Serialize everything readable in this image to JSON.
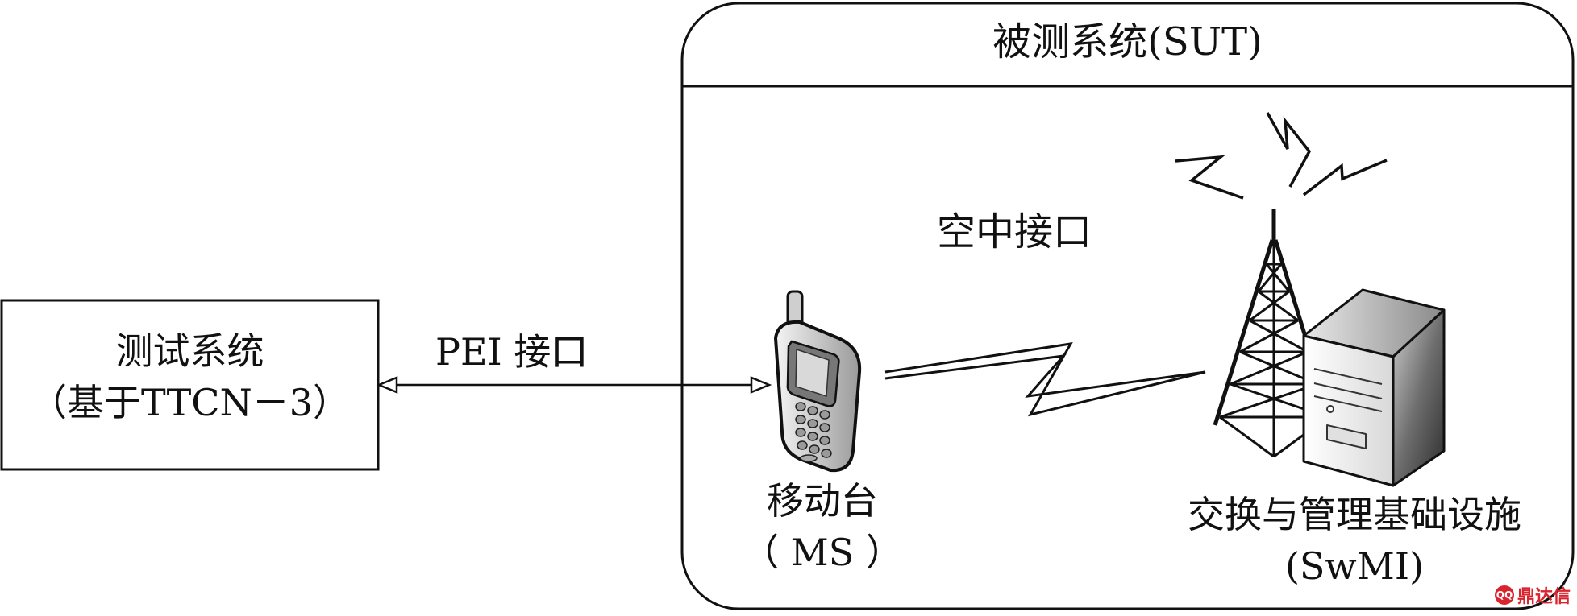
{
  "test_system": {
    "line1": "测试系统",
    "line2": "（基于TTCN－3）"
  },
  "pei_interface": {
    "label": "PEI 接口"
  },
  "sut": {
    "title": "被测系统(SUT)"
  },
  "air_interface": {
    "label": "空中接口"
  },
  "mobile_station": {
    "line1": "移动台",
    "line2": "（ MS ）"
  },
  "swmi": {
    "line1": "交换与管理基础设施",
    "line2": "(SwMI)"
  },
  "watermark": {
    "text": "鼎达信",
    "badge": "QQ"
  },
  "colors": {
    "stroke": "#111111",
    "watermark": "#d9232d",
    "server_dark": "#3a3a3a"
  }
}
